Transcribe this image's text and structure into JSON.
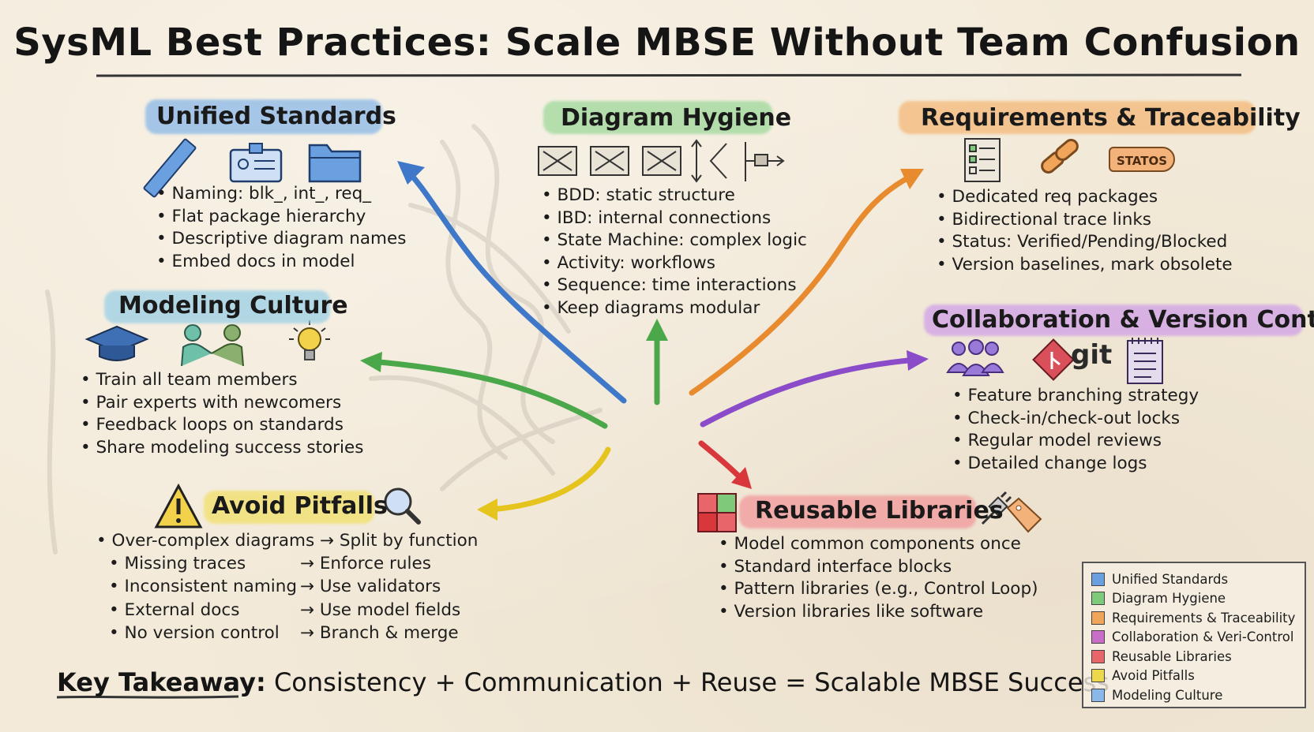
{
  "title": "SysML Best Practices: Scale MBSE Without Team Confusion",
  "sections": {
    "unified": {
      "title": "Unified Standards",
      "bullets": [
        "Naming: blk_, int_, req_",
        "Flat package hierarchy",
        "Descriptive diagram names",
        "Embed docs in model"
      ]
    },
    "hygiene": {
      "title": "Diagram Hygiene",
      "bullets": [
        "BDD: static structure",
        "IBD: internal connections",
        "State Machine: complex logic",
        "Activity: workflows",
        "Sequence: time interactions",
        "Keep diagrams modular"
      ]
    },
    "requirements": {
      "title": "Requirements & Traceability",
      "tag": "STATOS",
      "bullets": [
        "Dedicated req packages",
        "Bidirectional trace links",
        "Status: Verified/Pending/Blocked",
        "Version baselines, mark obsolete"
      ]
    },
    "culture": {
      "title": "Modeling Culture",
      "bullets": [
        "Train all team members",
        "Pair experts with newcomers",
        "Feedback loops on standards",
        "Share modeling success stories"
      ]
    },
    "collab": {
      "title": "Collaboration & Version Control",
      "git_label": "git",
      "bullets": [
        "Feature branching strategy",
        "Check-in/check-out locks",
        "Regular model reviews",
        "Detailed change logs"
      ]
    },
    "pitfalls": {
      "title": "Avoid Pitfalls",
      "rows": [
        {
          "problem": "Over-complex diagrams",
          "fix": "→ Split by function"
        },
        {
          "problem": "Missing traces",
          "fix": "→ Enforce rules"
        },
        {
          "problem": "Inconsistent naming",
          "fix": "→ Use validators"
        },
        {
          "problem": "External docs",
          "fix": "→ Use model fields"
        },
        {
          "problem": "No version control",
          "fix": "→ Branch & merge"
        }
      ]
    },
    "libraries": {
      "title": "Reusable Libraries",
      "bullets": [
        "Model common components once",
        "Standard interface blocks",
        "Pattern libraries (e.g., Control Loop)",
        "Version libraries like software"
      ]
    }
  },
  "takeaway": {
    "key": "Key Takeaway:",
    "text": "Consistency + Communication + Reuse = Scalable MBSE Success"
  },
  "legend": [
    {
      "label": "Unified Standards",
      "color": "#6a9fe0"
    },
    {
      "label": "Diagram Hygiene",
      "color": "#7dcb7a"
    },
    {
      "label": "Requirements & Traceability",
      "color": "#f0a55a"
    },
    {
      "label": "Collaboration & Veri-Control",
      "color": "#c86ec8"
    },
    {
      "label": "Reusable Libraries",
      "color": "#e8656a"
    },
    {
      "label": "Avoid Pitfalls",
      "color": "#ecd84c"
    },
    {
      "label": "Modeling Culture",
      "color": "#8ab8e8"
    }
  ],
  "colors": {
    "blue": "#3f78c8",
    "green": "#4aa84a",
    "orange": "#e88a2e",
    "purple": "#8a4cc8",
    "red": "#d8383c",
    "yellow": "#e6c41e"
  }
}
